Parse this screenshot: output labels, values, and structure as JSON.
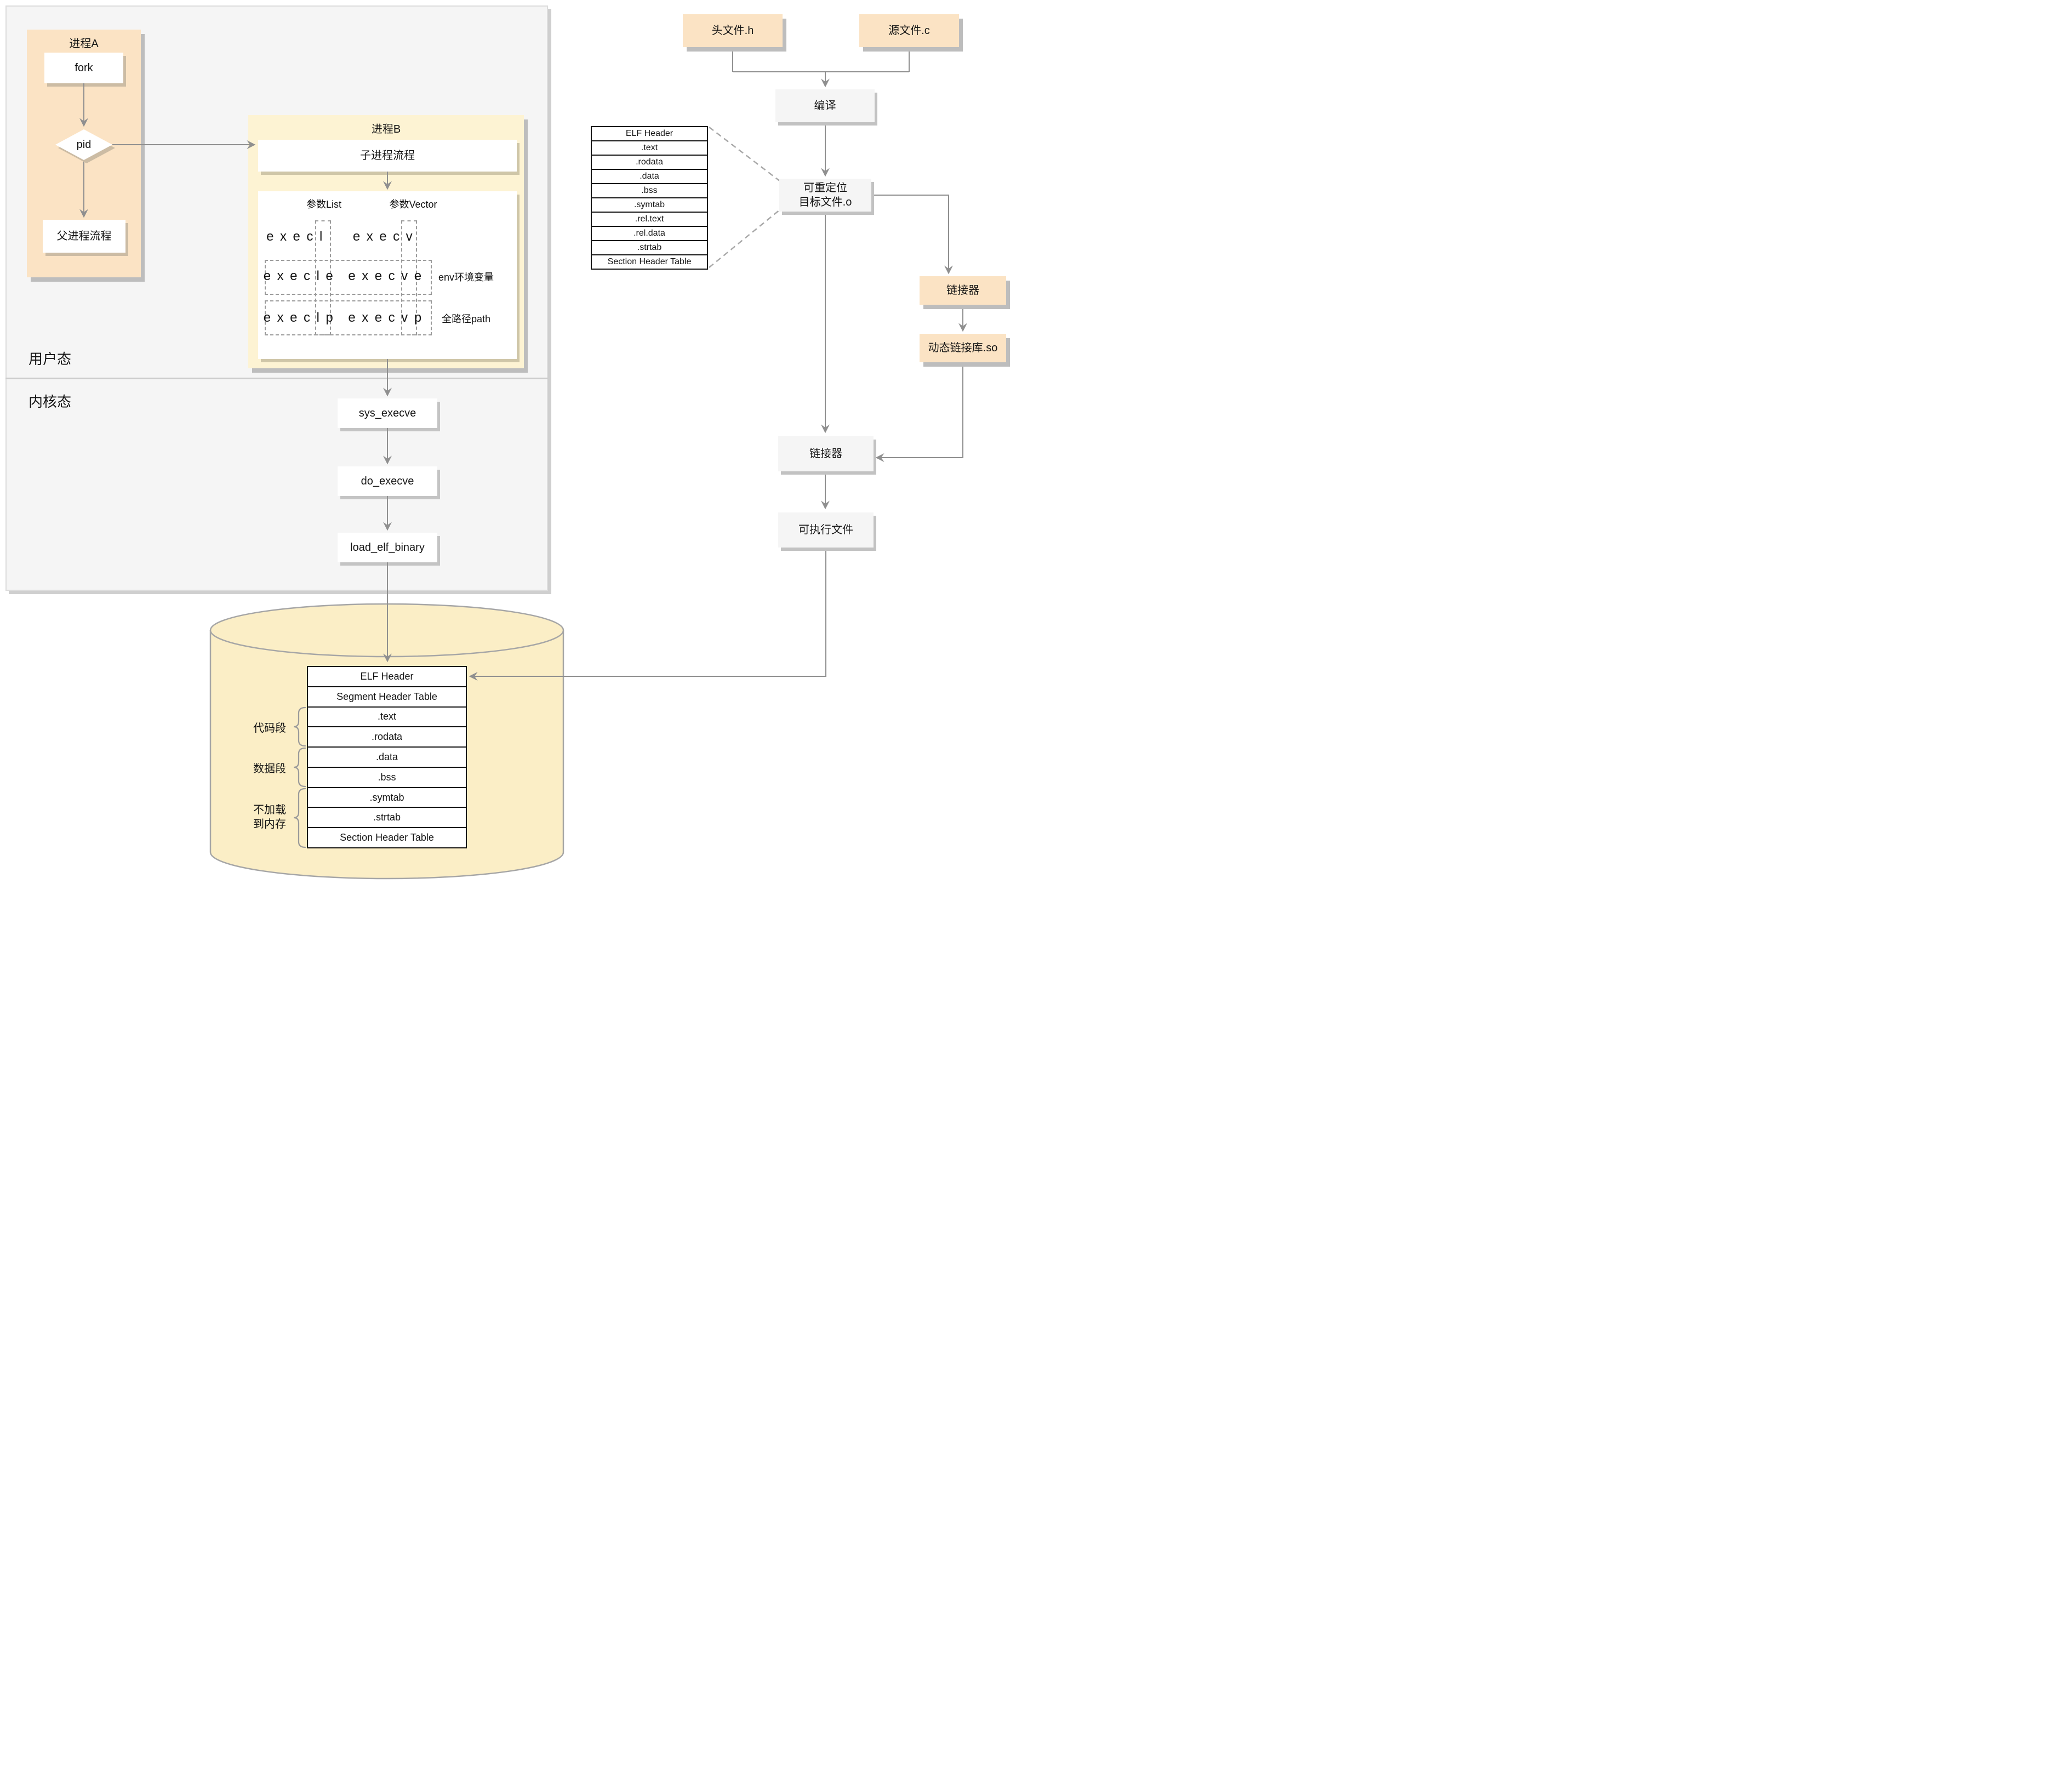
{
  "panel": {
    "user_mode": "用户态",
    "kernel_mode": "内核态"
  },
  "process_a": {
    "title": "进程A",
    "fork": "fork",
    "pid": "pid",
    "parent_flow": "父进程流程"
  },
  "process_b": {
    "title": "进程B",
    "child_flow": "子进程流程",
    "param_list": "参数List",
    "param_vector": "参数Vector",
    "execl": "execl",
    "execv": "execv",
    "execle": "execle",
    "execve": "execve",
    "execlp": "execlp",
    "execvp": "execvp",
    "env_label": "env环境变量",
    "path_label": "全路径path"
  },
  "kernel_flow": {
    "sys_execve": "sys_execve",
    "do_execve": "do_execve",
    "load_elf_binary": "load_elf_binary"
  },
  "compile_flow": {
    "header_file": "头文件.h",
    "source_file": "源文件.c",
    "compile": "编译",
    "relocatable_line1": "可重定位",
    "relocatable_line2": "目标文件.o",
    "linker_top": "链接器",
    "dynamic_lib": "动态链接库.so",
    "linker_bottom": "链接器",
    "executable": "可执行文件"
  },
  "left_table": {
    "rows": [
      "ELF Header",
      ".text",
      ".rodata",
      ".data",
      ".bss",
      ".symtab",
      ".rel.text",
      ".rel.data",
      ".strtab",
      "Section Header Table"
    ]
  },
  "cylinder": {
    "rows": [
      "ELF Header",
      "Segment Header Table",
      ".text",
      ".rodata",
      ".data",
      ".bss",
      ".symtab",
      ".strtab",
      "Section Header Table"
    ],
    "seg_code": "代码段",
    "seg_data": "数据段",
    "seg_noload_line1": "不加载",
    "seg_noload_line2": "到内存"
  },
  "colors": {
    "peach_box": "#fbe3c4",
    "yellow_box": "#fdf3d3",
    "cylinder_fill": "#fbeec6",
    "gray_panel": "#f5f5f5",
    "white_box": "#ffffff",
    "connector_line": "#8f8f8f",
    "table_border": "#151515",
    "dashed_line": "#9b9b9b"
  }
}
